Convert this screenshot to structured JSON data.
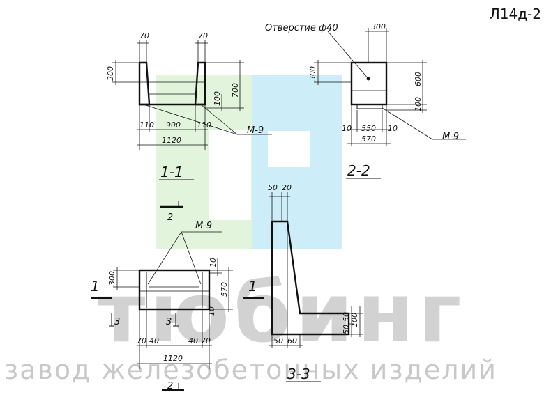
{
  "sheet_code": "Л14д-2",
  "watermark": {
    "brand": "тюбинг",
    "subtitle": "завод железобетонных изделий"
  },
  "section_1_1": {
    "title": "1-1",
    "dims": [
      "70",
      "70",
      "300",
      "700",
      "100",
      "110",
      "900",
      "110",
      "1120"
    ],
    "mark": "M-9",
    "cut_ref": "2"
  },
  "section_2_2": {
    "title": "2-2",
    "hole_label": "Отверстие ф40",
    "dims": [
      "300",
      "300",
      "600",
      "100",
      "10",
      "550",
      "10",
      "570"
    ],
    "mark": "M-9"
  },
  "plan": {
    "mark": "M-9",
    "cut_1_left": "1",
    "cut_1_right": "1",
    "cut_3_left": "3",
    "cut_3_mid": "3",
    "cut_2_bottom": "2",
    "dims": [
      "300",
      "10",
      "570",
      "10",
      "70",
      "40",
      "1120",
      "40",
      "70"
    ]
  },
  "section_3_3": {
    "title": "3-3",
    "dims": [
      "50",
      "20",
      "50",
      "50",
      "100",
      "50",
      "60"
    ]
  }
}
